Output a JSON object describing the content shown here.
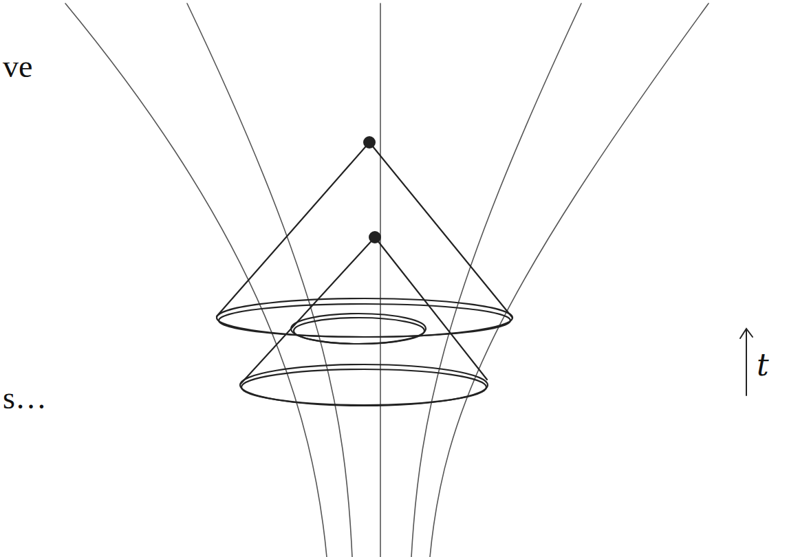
{
  "diagram": {
    "labels": [
      "ve",
      "s…",
      "t"
    ]
  }
}
